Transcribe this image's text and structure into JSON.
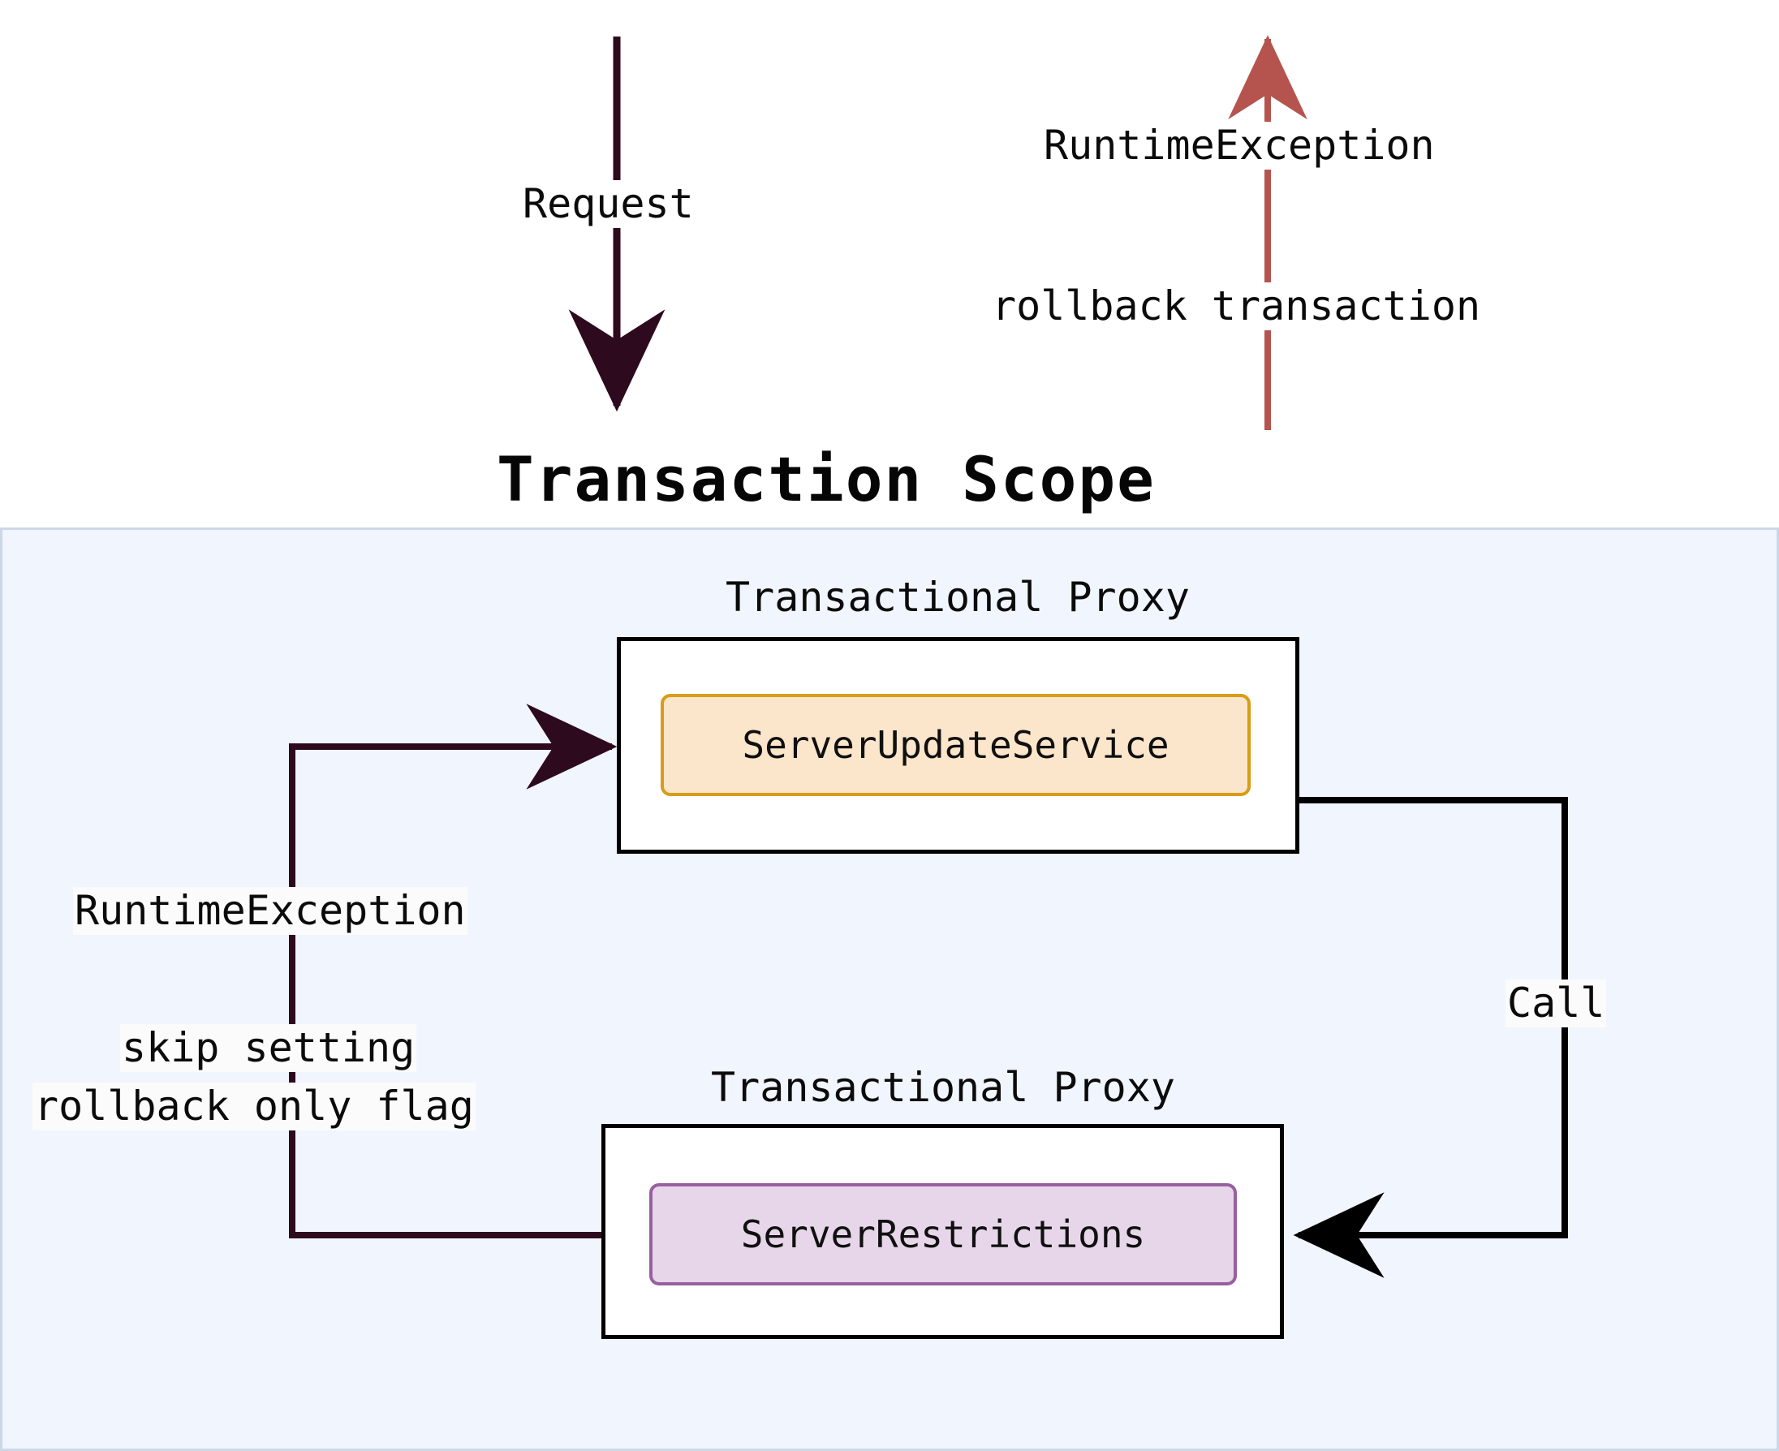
{
  "diagram": {
    "type": "flowchart",
    "title": "Transaction Scope",
    "entry_arrow": {
      "label": "Request",
      "direction": "down",
      "color": "#2d0a1e"
    },
    "exit_arrow": {
      "label_top": "RuntimeException",
      "label_bottom": "rollback transaction",
      "direction": "up",
      "color": "#b5544e"
    },
    "scope": {
      "background": "#f1f5fd",
      "border": "#ccd7e8"
    },
    "proxies": [
      {
        "title": "Transactional Proxy",
        "node": {
          "label": "ServerUpdateService",
          "fill": "#fce6cb",
          "stroke": "#d89c17"
        }
      },
      {
        "title": "Transactional Proxy",
        "node": {
          "label": "ServerRestrictions",
          "fill": "#e7d6e9",
          "stroke": "#97619f"
        }
      }
    ],
    "edges": [
      {
        "name": "call-edge",
        "label": "Call",
        "from": "ServerUpdateService",
        "to": "ServerRestrictions",
        "color": "#000000"
      },
      {
        "name": "exception-edge",
        "label_1": "RuntimeException",
        "label_2_line_1": "skip setting",
        "label_2_line_2": "rollback only flag",
        "from": "ServerRestrictions",
        "to": "ServerUpdateService",
        "color": "#2d0a1e"
      }
    ]
  }
}
